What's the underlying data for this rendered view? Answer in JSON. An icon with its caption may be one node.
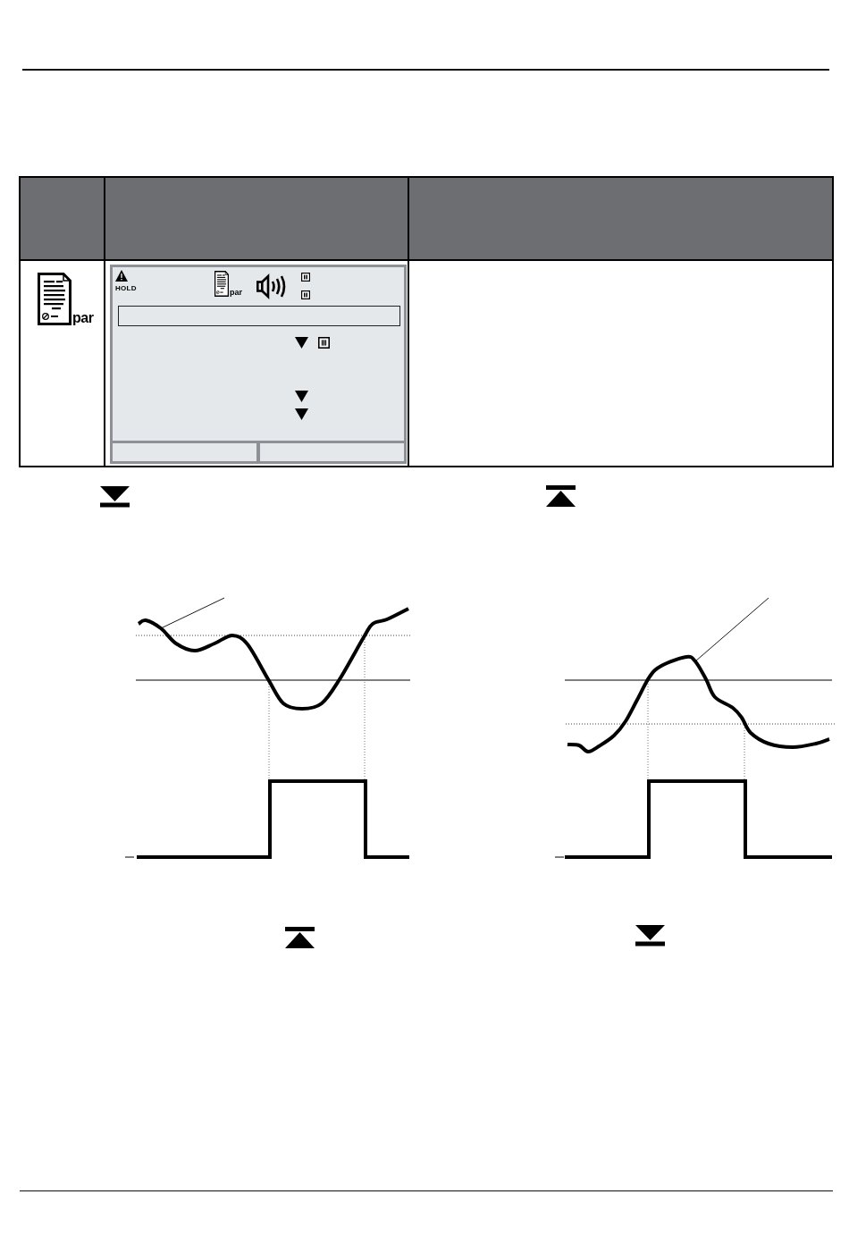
{
  "diagram": {
    "nodes": [
      {
        "text": [],
        "shape": "box"
      },
      {
        "text": [],
        "shape": "box"
      },
      {
        "text": [],
        "shape": "curve"
      },
      {
        "text": [],
        "shape": "curve"
      }
    ],
    "edges": [
      {
        "from": null,
        "to": 2,
        "arrow": "none"
      },
      {
        "from": null,
        "to": 3,
        "arrow": "none"
      }
    ],
    "labels": [
      "par",
      "HOLD",
      "par"
    ]
  }
}
